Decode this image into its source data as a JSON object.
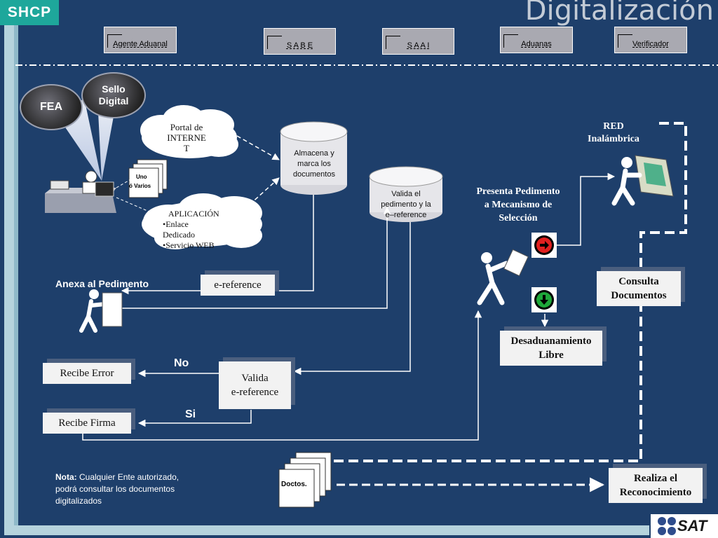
{
  "header": {
    "brand": "SHCP",
    "title": "Digitalización"
  },
  "lanes": [
    "Agente Aduanal",
    "S A B E",
    "S A A I",
    "Aduanas",
    "Verificador"
  ],
  "signatures": {
    "fea": "FEA",
    "sello_line1": "Sello",
    "sello_line2": "Digital"
  },
  "portal_cloud": {
    "line1": "Portal de",
    "line2": "INTERNE",
    "line3": "T"
  },
  "app_cloud": {
    "title": "APLICACIÓN",
    "item1": "•Enlace",
    "item1b": "Dedicado",
    "item2": "•Servicio WEB"
  },
  "docs_small": {
    "line1": "Uno",
    "line2": "ó Varios"
  },
  "storage": {
    "line1": "Almacena  y",
    "line2": "marca los",
    "line3": "documentos"
  },
  "validator": {
    "line1": "Valida el",
    "line2": "pedimento y la",
    "line3": "e–reference"
  },
  "ereference_box": "e-reference",
  "anexa": "Anexa al Pedimento",
  "valida_box": {
    "line1": "Valida",
    "line2": "e-reference"
  },
  "recibe_error": "Recibe Error",
  "recibe_firma": "Recibe Firma",
  "no_label": "No",
  "si_label": "Si",
  "presenta": {
    "line1": "Presenta Pedimento",
    "line2": "a Mecanismo de",
    "line3": "Selección"
  },
  "red": {
    "line1": "RED",
    "line2": "Inalámbrica"
  },
  "consulta": {
    "line1": "Consulta",
    "line2": "Documentos"
  },
  "desaduanamiento": {
    "line1": "Desaduanamiento",
    "line2": "Libre"
  },
  "realiza": {
    "line1": "Realiza el",
    "line2": "Reconocimiento"
  },
  "doctos": "Doctos.",
  "nota": {
    "label": "Nota:",
    "text1": " Cualquier Ente autorizado,",
    "text2": "podrá consultar los documentos",
    "text3": "digitalizados"
  },
  "footer_logo": "SAT",
  "colors": {
    "background": "#1e3f6b",
    "brand": "#1ea79b",
    "red_light": "#e02020",
    "green_light": "#1fa83a"
  }
}
